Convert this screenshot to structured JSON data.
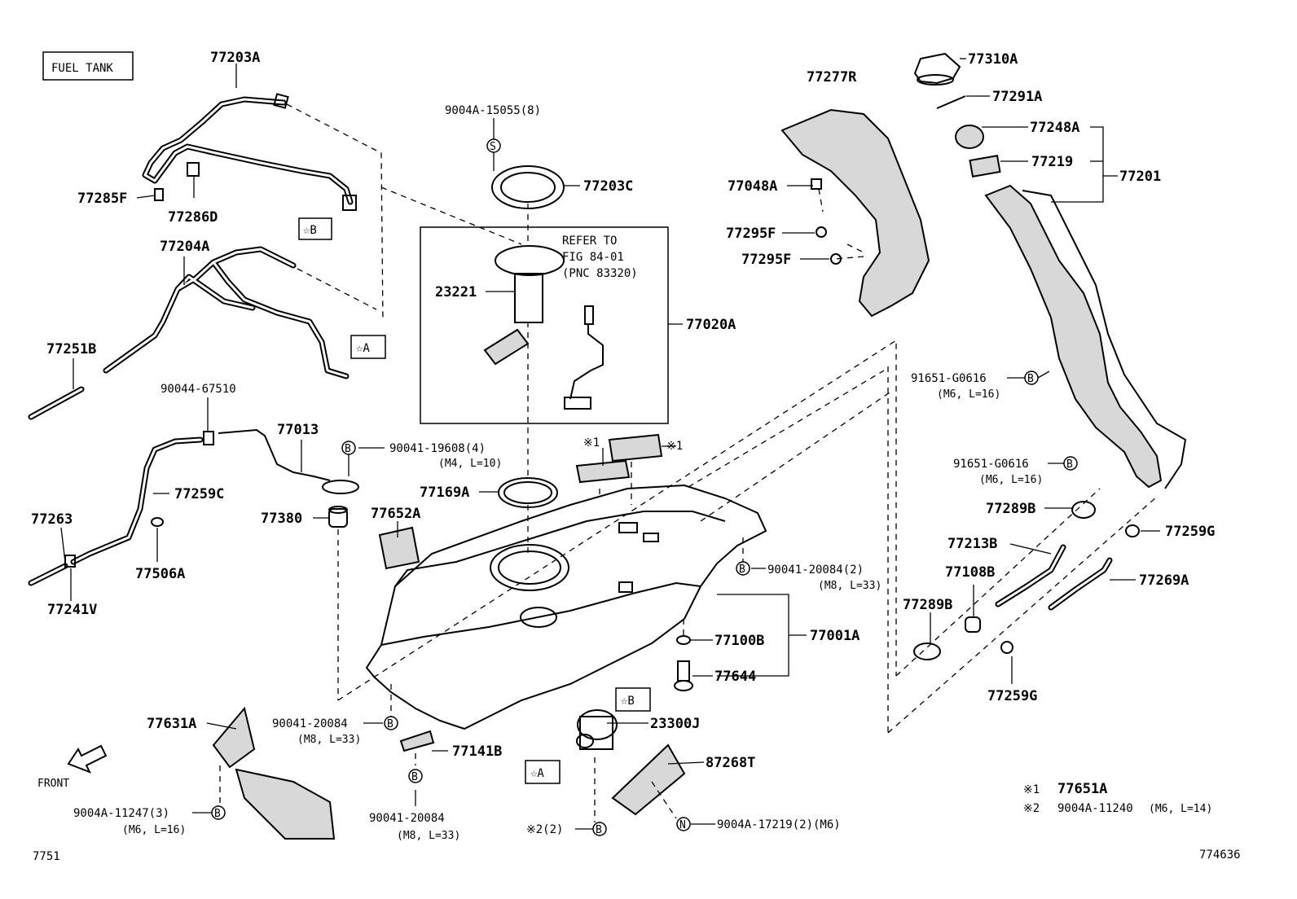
{
  "header": {
    "section_label": "FUEL TANK"
  },
  "parts": {
    "p77203A": "77203A",
    "p77285F": "77285F",
    "p77286D": "77286D",
    "p77204A": "77204A",
    "p77251B": "77251B",
    "p90044_67510": "90044-67510",
    "p77013": "77013",
    "p77259C": "77259C",
    "p77263": "77263",
    "p77506A": "77506A",
    "p77241V": "77241V",
    "p90041_19608": "90041-19608(4)",
    "p90041_19608_spec": "(M4, L=10)",
    "p77380": "77380",
    "p77652A": "77652A",
    "p9004A_15055": "9004A-15055(8)",
    "p77203C": "77203C",
    "refer_line1": "REFER TO",
    "refer_line2": "FIG 84-01",
    "refer_line3": "(PNC 83320)",
    "p23221": "23221",
    "p77020A": "77020A",
    "p77169A": "77169A",
    "note1_a": "※1",
    "note1_b": "※1",
    "p90041_20084_2": "90041-20084(2)",
    "p90041_20084_2_spec": "(M8, L=33)",
    "p77100B": "77100B",
    "p77001A": "77001A",
    "p77644": "77644",
    "p90041_20084_left": "90041-20084",
    "p90041_20084_left_spec": "(M8, L=33)",
    "p77631A": "77631A",
    "p77141B": "77141B",
    "p90041_20084_bottom": "90041-20084",
    "p90041_20084_bottom_spec": "(M8, L=33)",
    "p9004A_11247": "9004A-11247(3)",
    "p9004A_11247_spec": "(M6, L=16)",
    "p23300J": "23300J",
    "p87268T": "87268T",
    "note2_count": "※2(2)",
    "p9004A_17219": "9004A-17219(2)(M6)",
    "p77277R": "77277R",
    "p77048A": "77048A",
    "p77295F_a": "77295F",
    "p77295F_b": "77295F",
    "p77310A": "77310A",
    "p77291A": "77291A",
    "p77248A": "77248A",
    "p77219": "77219",
    "p77201": "77201",
    "p91651_a": "91651-G0616",
    "p91651_a_spec": "(M6, L=16)",
    "p91651_b": "91651-G0616",
    "p91651_b_spec": "(M6, L=16)",
    "p77289B_a": "77289B",
    "p77259G_a": "77259G",
    "p77213B": "77213B",
    "p77108B": "77108B",
    "p77269A": "77269A",
    "p77289B_b": "77289B",
    "p77259G_b": "77259G"
  },
  "markers": {
    "star_b_top": "☆B",
    "star_a_top": "☆A",
    "star_b_bottom": "☆B",
    "star_a_bottom": "☆A",
    "circle_s": "S",
    "circle_b": "B",
    "circle_n": "N"
  },
  "legend": {
    "note1_mark": "※1",
    "note1_part": "77651A",
    "note2_mark": "※2",
    "note2_part": "9004A-11240",
    "note2_spec": "(M6, L=14)"
  },
  "footer": {
    "front_label": "FRONT",
    "fig_code_left": "7751",
    "fig_code_right": "774636"
  }
}
